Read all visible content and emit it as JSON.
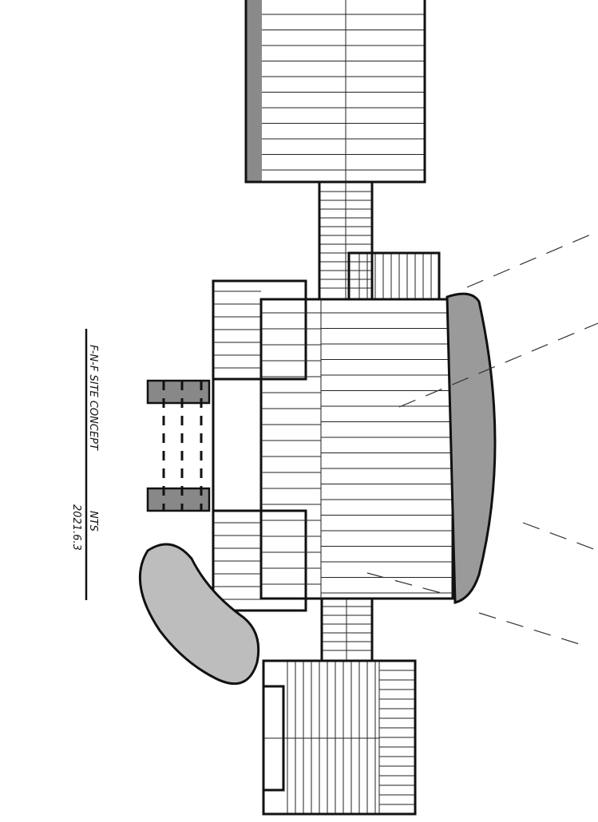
{
  "title_block": {
    "title": "F-N-F SITE CONCEPT",
    "scale": "NTS",
    "date": "2021.6.3"
  },
  "colors": {
    "ink": "#111111",
    "shading": "#8a8a8a",
    "paper": "#ffffff"
  }
}
